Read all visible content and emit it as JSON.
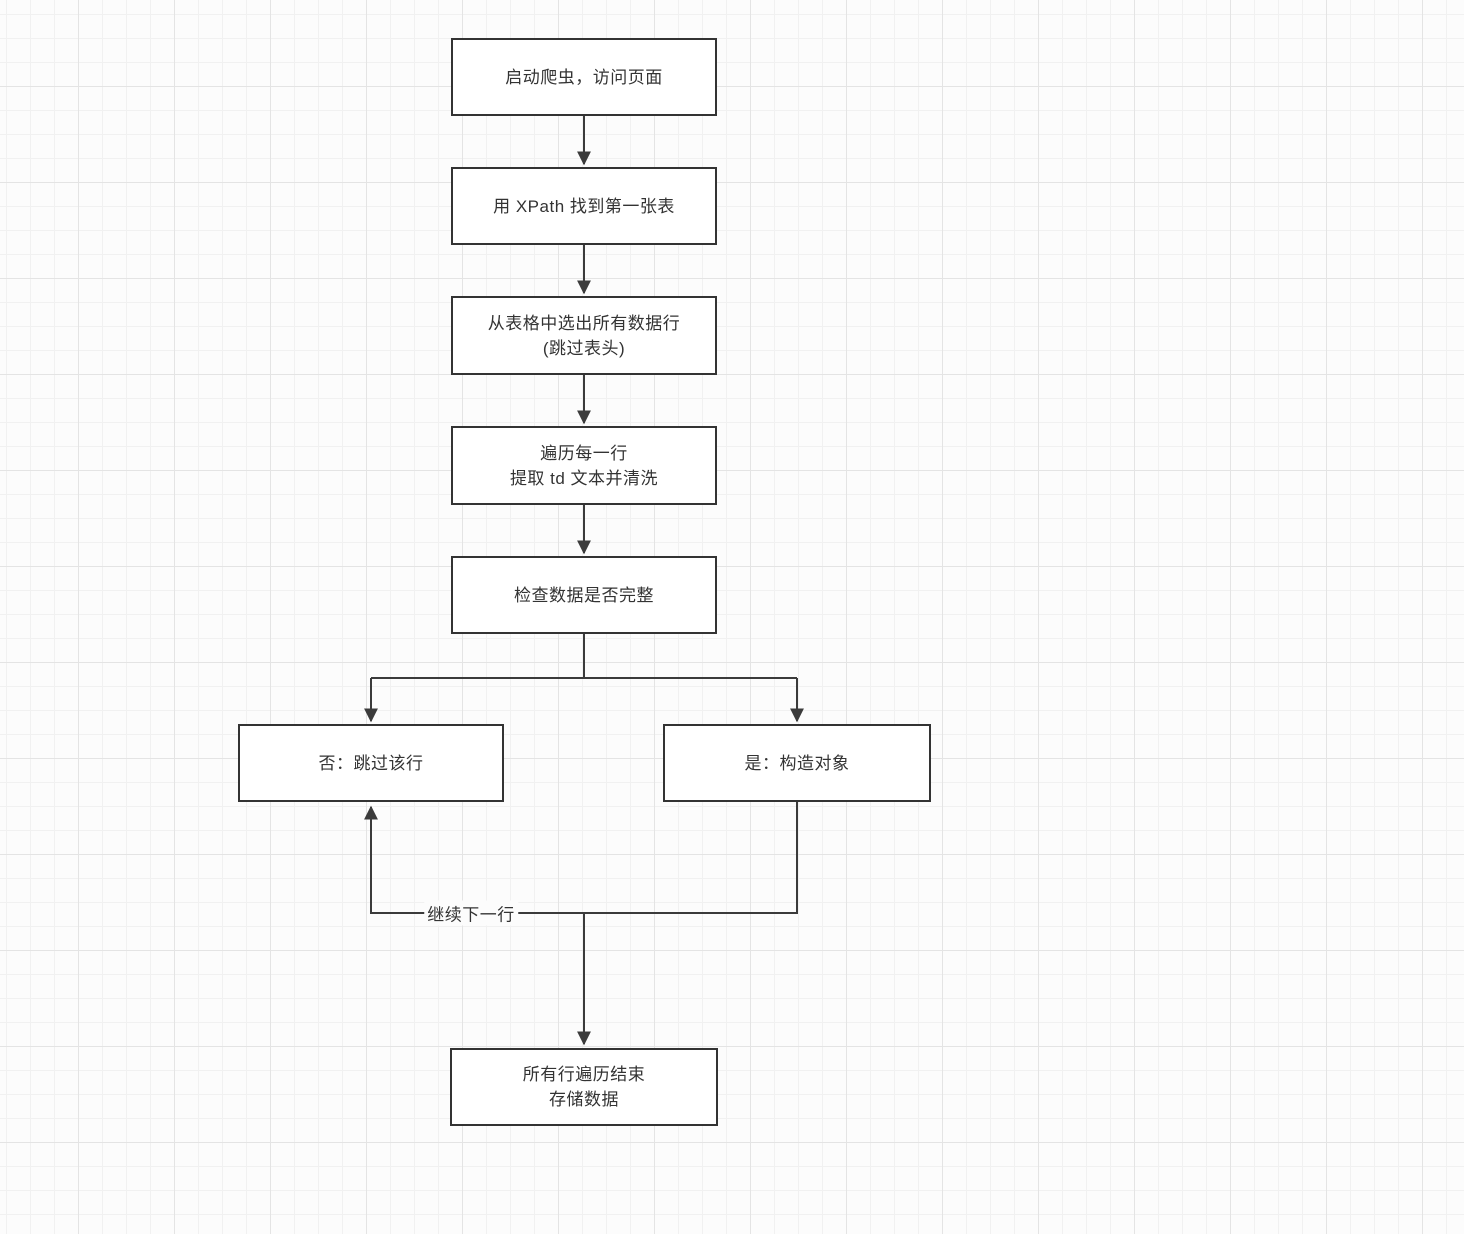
{
  "diagram": {
    "nodes": {
      "start": {
        "label": "启动爬虫，访问页面"
      },
      "find_table": {
        "label": "用 XPath 找到第一张表"
      },
      "select_rows": {
        "label": "从表格中选出所有数据行\n(跳过表头)"
      },
      "iterate_rows": {
        "label": "遍历每一行\n提取 td 文本并清洗"
      },
      "check": {
        "label": "检查数据是否完整"
      },
      "branch_no": {
        "label": "否：跳过该行"
      },
      "branch_yes": {
        "label": "是：构造对象"
      },
      "finish": {
        "label": "所有行遍历结束\n存储数据"
      }
    },
    "edge_labels": {
      "continue_next_row": "继续下一行"
    },
    "colors": {
      "background": "#fcfcfc",
      "grid_minor": "#f1f1f1",
      "grid_major": "#e4e4e4",
      "node_fill": "#ffffff",
      "node_border": "#333333",
      "edge": "#3b3b3b",
      "text": "#333333"
    }
  }
}
